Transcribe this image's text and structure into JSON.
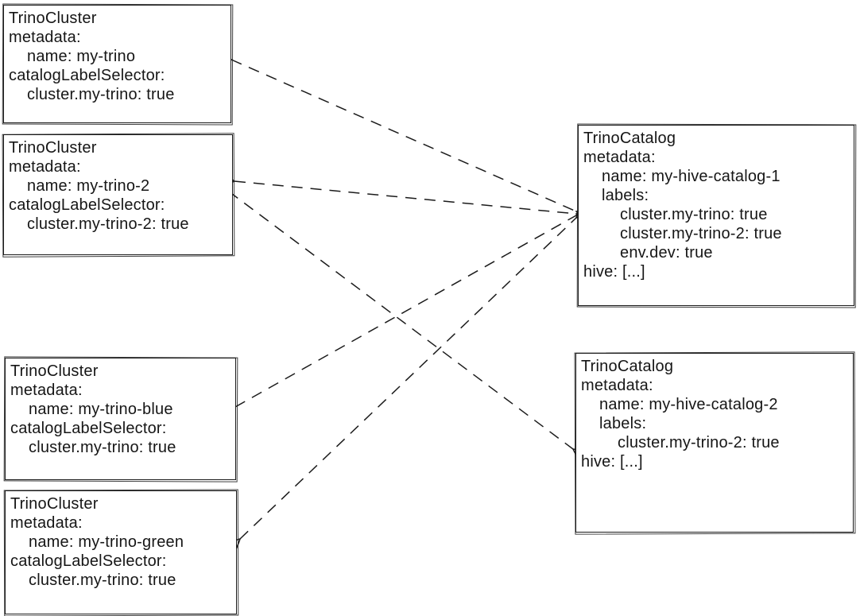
{
  "diagram": {
    "background": "#ffffff",
    "stroke_color": "#1b1b1b",
    "text_color": "#161616",
    "edge_style": "dashed",
    "arrowheads": "open V at both ends"
  },
  "nodes": {
    "cluster1": {
      "kind": "TrinoCluster",
      "lines": [
        "TrinoCluster",
        "metadata:",
        "name: my-trino",
        "catalogLabelSelector:",
        "cluster.my-trino: true"
      ]
    },
    "cluster2": {
      "kind": "TrinoCluster",
      "lines": [
        "TrinoCluster",
        "metadata:",
        "name: my-trino-2",
        "catalogLabelSelector:",
        "cluster.my-trino-2: true"
      ]
    },
    "cluster3": {
      "kind": "TrinoCluster",
      "lines": [
        "TrinoCluster",
        "metadata:",
        "name: my-trino-blue",
        "catalogLabelSelector:",
        "cluster.my-trino: true"
      ]
    },
    "cluster4": {
      "kind": "TrinoCluster",
      "lines": [
        "TrinoCluster",
        "metadata:",
        "name: my-trino-green",
        "catalogLabelSelector:",
        "cluster.my-trino: true"
      ]
    },
    "catalog1": {
      "kind": "TrinoCatalog",
      "lines": [
        "TrinoCatalog",
        "metadata:",
        "name: my-hive-catalog-1",
        "labels:",
        "cluster.my-trino: true",
        "cluster.my-trino-2: true",
        "env.dev: true",
        "hive: [...]"
      ]
    },
    "catalog2": {
      "kind": "TrinoCatalog",
      "lines": [
        "TrinoCatalog",
        "metadata:",
        "name: my-hive-catalog-2",
        "labels:",
        "cluster.my-trino-2: true",
        "hive: [...]"
      ]
    }
  },
  "edges": [
    {
      "from": "my-hive-catalog-1",
      "to": "my-trino",
      "line": "dashed",
      "arrows": "both"
    },
    {
      "from": "my-hive-catalog-1",
      "to": "my-trino-2",
      "line": "dashed",
      "arrows": "both"
    },
    {
      "from": "my-hive-catalog-1",
      "to": "my-trino-blue",
      "line": "dashed",
      "arrows": "both"
    },
    {
      "from": "my-hive-catalog-1",
      "to": "my-trino-green",
      "line": "dashed",
      "arrows": "both"
    },
    {
      "from": "my-hive-catalog-2",
      "to": "my-trino-2",
      "line": "dashed",
      "arrows": "both"
    }
  ]
}
